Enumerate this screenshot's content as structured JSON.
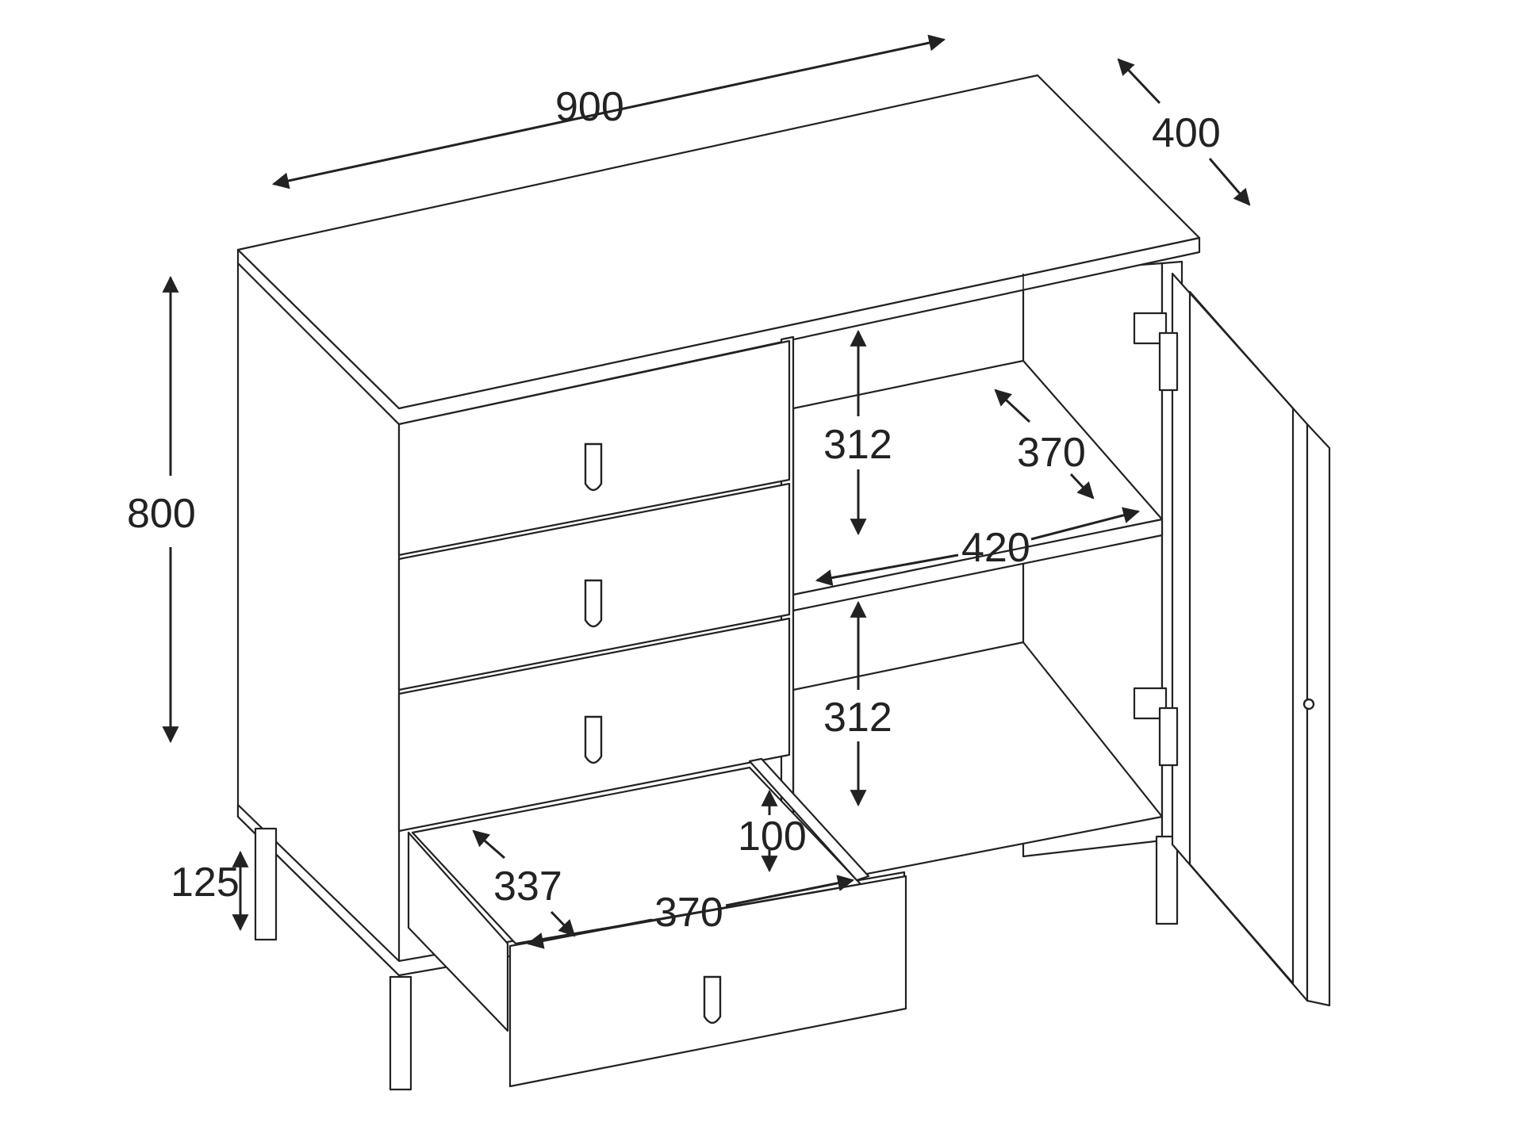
{
  "diagram": {
    "line_color": "#222222",
    "background": "#ffffff",
    "dimensions": {
      "width": "900",
      "depth": "400",
      "height": "800",
      "leg_height": "125",
      "shelf_upper_height": "312",
      "shelf_lower_height": "312",
      "shelf_depth": "370",
      "shelf_width": "420",
      "drawer_inner_depth": "337",
      "drawer_inner_width": "370",
      "drawer_inner_height": "100"
    }
  }
}
